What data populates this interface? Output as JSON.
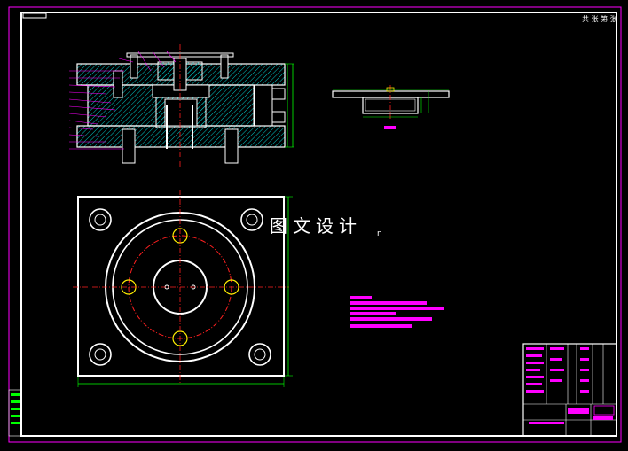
{
  "sheet": {
    "corner_label": "共 张 第 张"
  },
  "watermark": {
    "text": "图文设计",
    "suffix": "n"
  },
  "colors": {
    "background": "#000000",
    "border": "#ff00ff",
    "linework": "#ffffff",
    "hatch": "#00c8c8",
    "centerline": "#ff2020",
    "annotation": "#ff00ff",
    "dimension": "#00ff00"
  },
  "views": [
    "section-view",
    "part-side-view",
    "plan-view",
    "tech-requirements",
    "title-block"
  ]
}
